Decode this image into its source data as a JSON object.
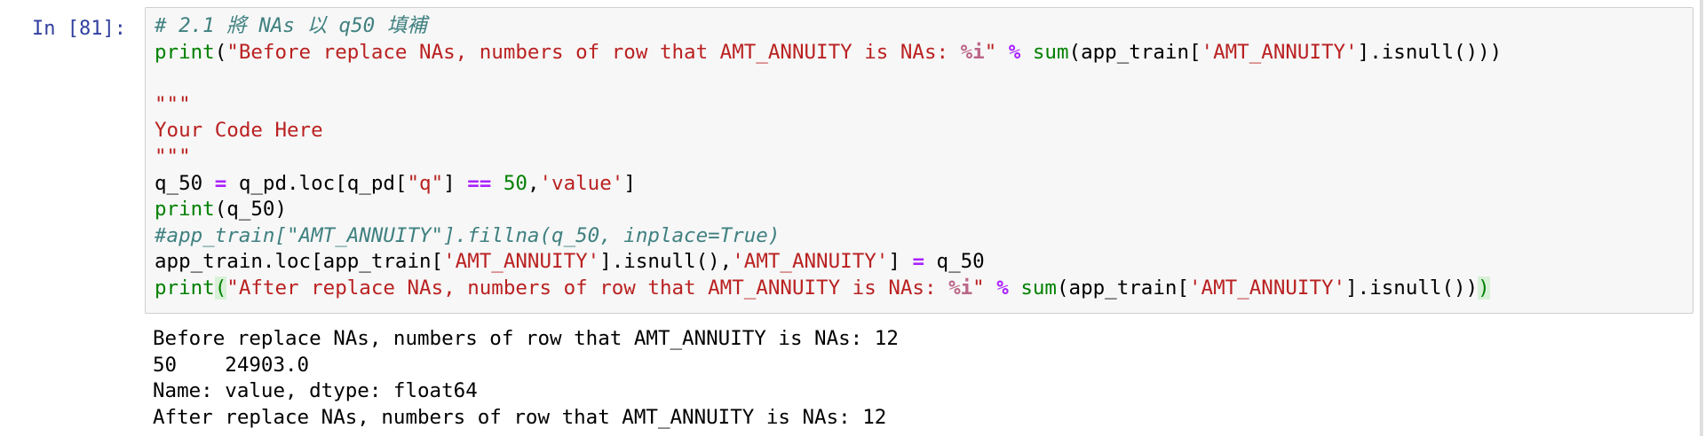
{
  "cell": {
    "prompt": "In [81]:",
    "code": {
      "l1_comment": "# 2.1 將 NAs 以 q50 填補",
      "l2_print": "print",
      "l2_open": "(",
      "l2_str": "\"Before replace NAs, numbers of row that AMT_ANNUITY is NAs: ",
      "l2_fmt": "%i",
      "l2_strend": "\"",
      "l2_sp": " ",
      "l2_mod": "%",
      "l2_sp2": " ",
      "l2_sum": "sum",
      "l2_mid": "(app_train[",
      "l2_key": "'AMT_ANNUITY'",
      "l2_tail": "].isnull()))",
      "l3": "",
      "l4_doc": "\"\"\"",
      "l5_doc": "Your Code Here",
      "l6_doc": "\"\"\"",
      "l7_a": "q_50 ",
      "l7_eq": "=",
      "l7_b": " q_pd.loc[q_pd[",
      "l7_q": "\"q\"",
      "l7_c": "] ",
      "l7_eqeq": "==",
      "l7_sp": " ",
      "l7_num": "50",
      "l7_d": ",",
      "l7_val": "'value'",
      "l7_e": "]",
      "l8_print": "print",
      "l8_rest": "(q_50)",
      "l9_comment": "#app_train[\"AMT_ANNUITY\"].fillna(q_50, inplace=True)",
      "l10_a": "app_train.loc[app_train[",
      "l10_key1": "'AMT_ANNUITY'",
      "l10_b": "].isnull(),",
      "l10_key2": "'AMT_ANNUITY'",
      "l10_c": "] ",
      "l10_eq": "=",
      "l10_d": " q_50",
      "l11_print": "print",
      "l11_open": "(",
      "l11_str": "\"After replace NAs, numbers of row that AMT_ANNUITY is NAs: ",
      "l11_fmt": "%i",
      "l11_strend": "\"",
      "l11_sp": " ",
      "l11_mod": "%",
      "l11_sp2": " ",
      "l11_sum": "sum",
      "l11_mid": "(app_train[",
      "l11_key": "'AMT_ANNUITY'",
      "l11_tail": "].isnull())",
      "l11_close": ")"
    },
    "output": [
      "Before replace NAs, numbers of row that AMT_ANNUITY is NAs: 12",
      "50    24903.0",
      "Name: value, dtype: float64",
      "After replace NAs, numbers of row that AMT_ANNUITY is NAs: 12"
    ]
  }
}
